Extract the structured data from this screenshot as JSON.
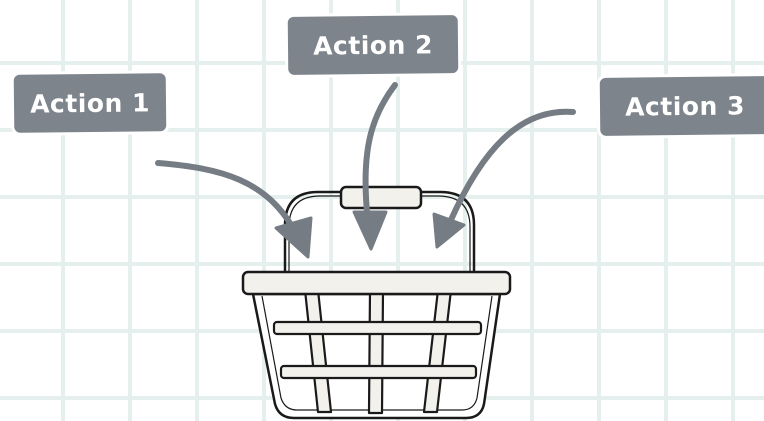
{
  "labels": {
    "action_1": "Action 1",
    "action_2": "Action 2",
    "action_3": "Action 3"
  },
  "colors": {
    "label_background": "#7d848b",
    "label_text": "#ffffff",
    "arrow": "#757c84",
    "grid_line": "#e4efee",
    "basket_fill": "#f3f1ec",
    "basket_outline": "#1a1a1a"
  }
}
